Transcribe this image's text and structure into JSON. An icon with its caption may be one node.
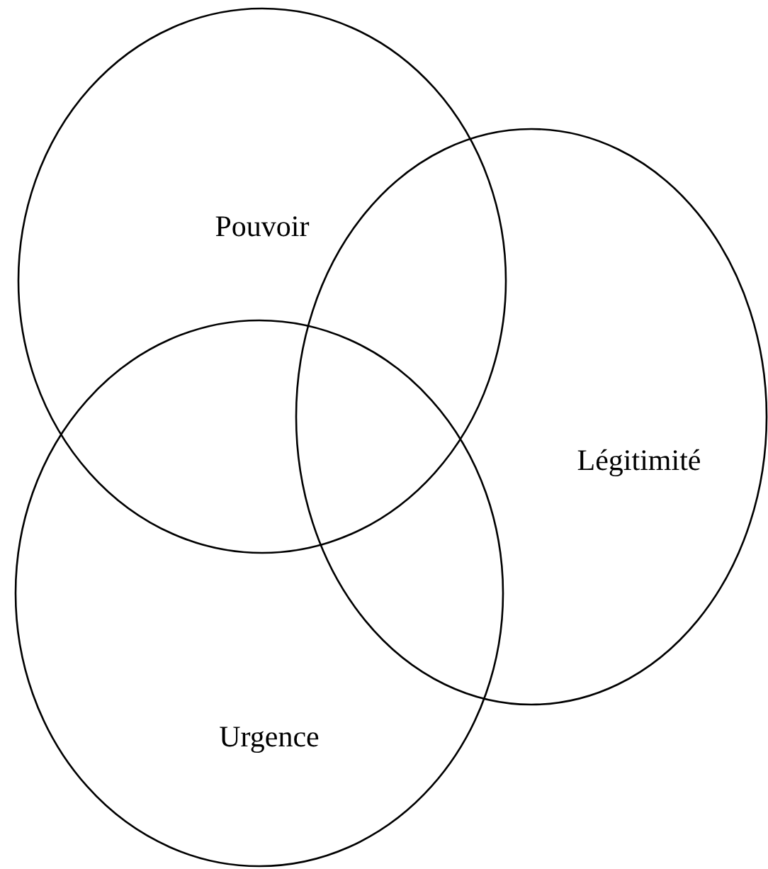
{
  "diagram": {
    "nodes": [
      {
        "text": [
          "Pouvoir"
        ]
      },
      {
        "text": [
          "Légitimité"
        ]
      },
      {
        "text": [
          "Urgence"
        ]
      }
    ]
  }
}
